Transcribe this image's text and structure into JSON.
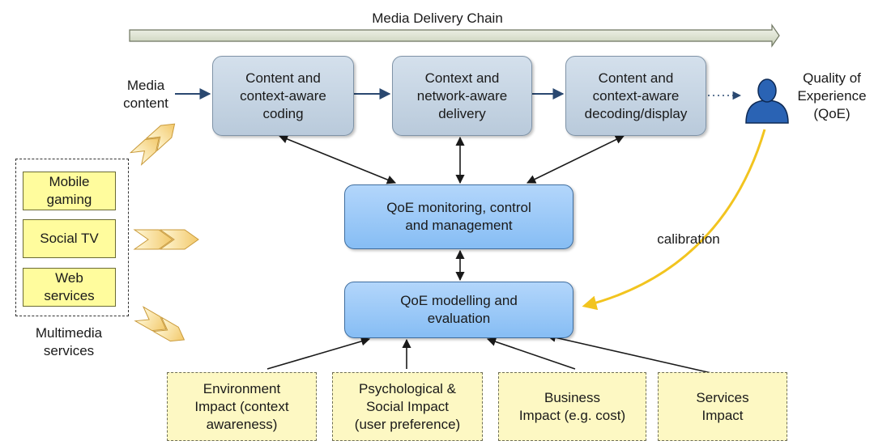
{
  "title": "Media Delivery Chain",
  "media_content": "Media\ncontent",
  "stages": [
    {
      "id": "coding",
      "label": "Content and\ncontext-aware\ncoding"
    },
    {
      "id": "delivery",
      "label": "Context and\nnetwork-aware\ndelivery"
    },
    {
      "id": "decoding",
      "label": "Content and\ncontext-aware\ndecoding/display"
    }
  ],
  "qoe_label": "Quality of\nExperience\n(QoE)",
  "monitoring": "QoE monitoring, control\nand management",
  "modelling": "QoE modelling and\nevaluation",
  "calibration": "calibration",
  "services": {
    "items": [
      "Mobile\ngaming",
      "Social TV",
      "Web\nservices"
    ],
    "caption": "Multimedia\nservices"
  },
  "impacts": [
    "Environment\nImpact (context\nawareness)",
    "Psychological &\nSocial Impact\n(user preference)",
    "Business\nImpact (e.g. cost)",
    "Services\nImpact"
  ],
  "colors": {
    "stage_fill": "#c7d6e5",
    "qoe_fill": "#9fcaf8",
    "service_fill": "#fffc9d",
    "impact_fill": "#fdf8c3",
    "calibration_arrow": "#f2c41f",
    "user_icon": "#2a63b4"
  }
}
